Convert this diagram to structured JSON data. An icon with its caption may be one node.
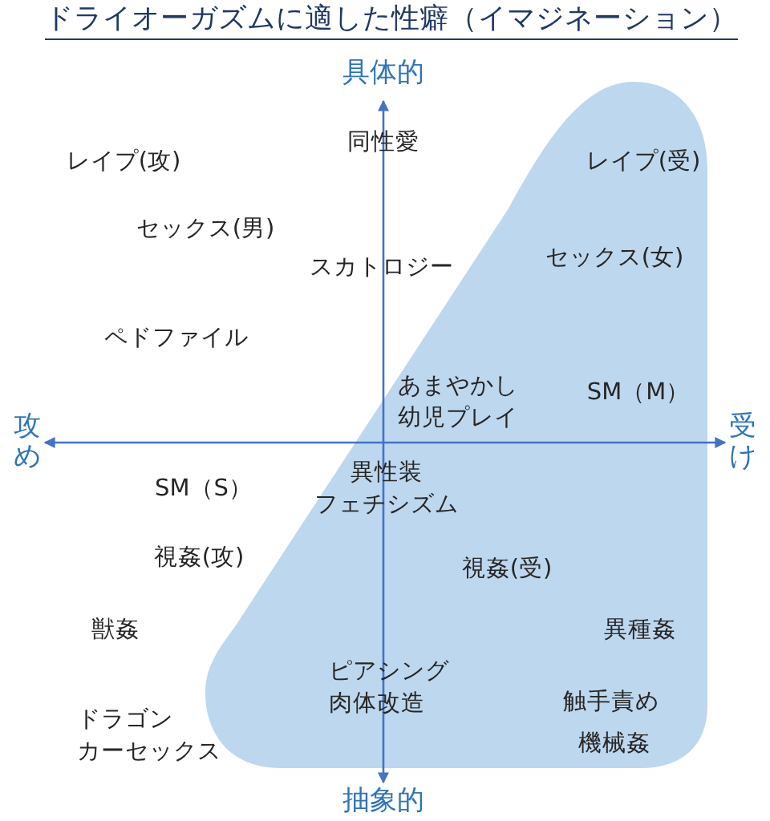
{
  "diagram": {
    "title": "ドライオーガズムに適した性癖（イマジネーション）",
    "labels": [
      "具体的",
      "同性愛",
      "レイプ(攻)",
      "レイプ(受)",
      "セックス(男)",
      "セックス(女)",
      "スカトロジー",
      "ペドファイル",
      "あまやかし幼児プレイ",
      "SM（M）",
      "攻め",
      "受け",
      "SM（S）",
      "異性装フェチシズム",
      "視姦(攻)",
      "視姦(受)",
      "獣姦",
      "異種姦",
      "ピアシング肉体改造",
      "ドラゴンカーセックス",
      "触手責め",
      "機械姦",
      "抽象的"
    ]
  }
}
